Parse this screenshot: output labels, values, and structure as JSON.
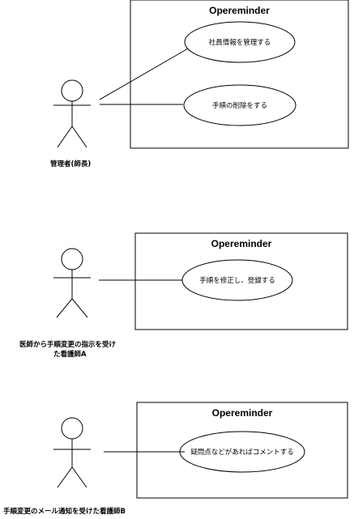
{
  "diagrams": [
    {
      "system_title": "Opereminder",
      "actor_label": "管理者(師長)",
      "use_cases": [
        "社員情報を管理する",
        "手順の削除をする"
      ]
    },
    {
      "system_title": "Opereminder",
      "actor_label_line1": "医師から手順変更の指示を受け",
      "actor_label_line2": "た看護師A",
      "use_cases": [
        "手順を修正し、登録する"
      ]
    },
    {
      "system_title": "Opereminder",
      "actor_label": "手順変更のメール通知を受けた看護師B",
      "use_cases": [
        "疑問点などがあればコメントする"
      ]
    }
  ]
}
